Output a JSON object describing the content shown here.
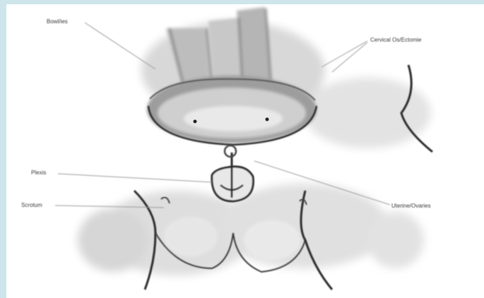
{
  "figure": {
    "colors": {
      "frame": "#cde5eb",
      "ink": "#2a2a2a",
      "shade": "#b9b9b9",
      "leader": "#9a9a9a"
    },
    "callouts": [
      {
        "id": "c1",
        "text": "Bowl/ies"
      },
      {
        "id": "c2",
        "text": "Cervical Os/Ectomie"
      },
      {
        "id": "c3",
        "text": "Plexis"
      },
      {
        "id": "c4",
        "text": "Scrotum"
      },
      {
        "id": "c5",
        "text": "Uterine/Ovaries"
      }
    ]
  }
}
